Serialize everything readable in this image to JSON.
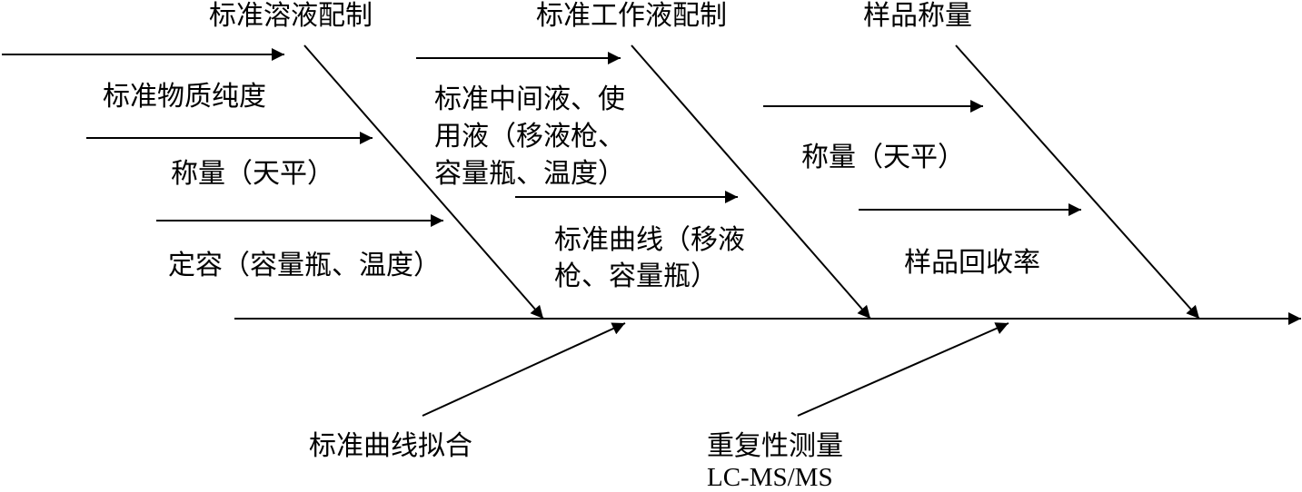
{
  "diagram": {
    "type": "fishbone",
    "line_color": "#000000",
    "top_categories": [
      {
        "title": "标准溶液配制",
        "causes": [
          "标准物质纯度",
          "称量（天平）",
          "定容（容量瓶、温度）"
        ]
      },
      {
        "title": "标准工作液配制",
        "causes": [
          "标准中间液、使用液（移液枪、容量瓶、温度）",
          "标准曲线（移液枪、容量瓶）"
        ]
      },
      {
        "title": "样品称量",
        "causes": [
          "称量（天平）",
          "样品回收率"
        ]
      }
    ],
    "bottom_categories": [
      {
        "title": "标准曲线拟合"
      },
      {
        "title": "重复性测量",
        "subtitle": "LC-MS/MS"
      }
    ]
  }
}
